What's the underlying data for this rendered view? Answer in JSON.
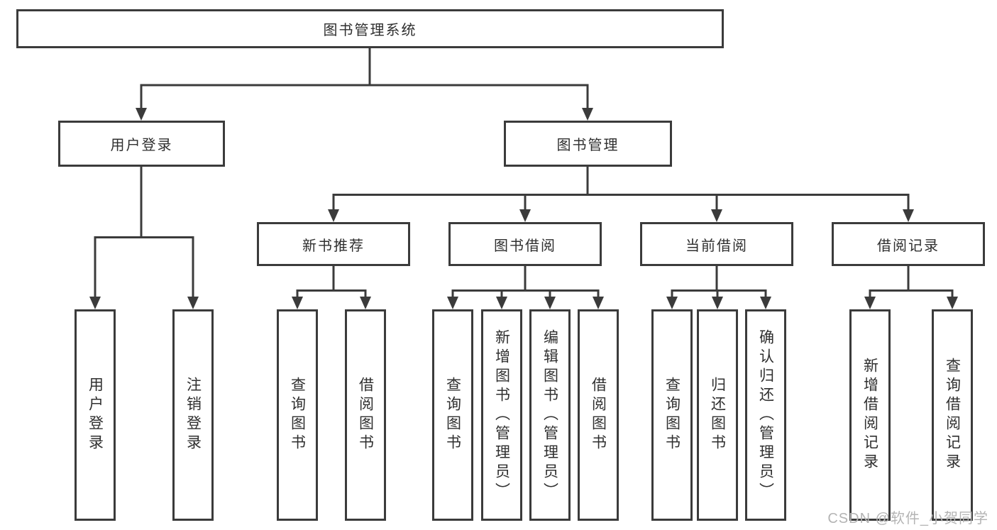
{
  "colors": {
    "line": "#3b3b3b",
    "text": "#2f2f2f",
    "watermark": "#b4b4b4",
    "background": "#ffffff"
  },
  "watermark": {
    "text": "CSDN @软件_小贺同学"
  },
  "tree": {
    "root": {
      "label": "图书管理系统"
    },
    "branches": [
      {
        "label": "用户登录",
        "children": [
          {
            "label": "用户登录"
          },
          {
            "label": "注销登录"
          }
        ]
      },
      {
        "label": "图书管理",
        "children": [
          {
            "label": "新书推荐",
            "children": [
              {
                "label": "查询图书"
              },
              {
                "label": "借阅图书"
              }
            ]
          },
          {
            "label": "图书借阅",
            "children": [
              {
                "label": "查询图书"
              },
              {
                "label": "新增图书（管理员）"
              },
              {
                "label": "编辑图书（管理员）"
              },
              {
                "label": "借阅图书"
              }
            ]
          },
          {
            "label": "当前借阅",
            "children": [
              {
                "label": "查询图书"
              },
              {
                "label": "归还图书"
              },
              {
                "label": "确认归还（管理员）"
              }
            ]
          },
          {
            "label": "借阅记录",
            "children": [
              {
                "label": "新增借阅记录"
              },
              {
                "label": "查询借阅记录"
              }
            ]
          }
        ]
      }
    ]
  }
}
